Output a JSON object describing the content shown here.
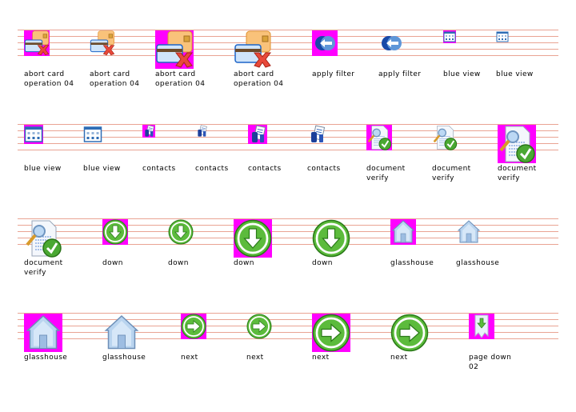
{
  "rows": [
    {
      "items": [
        {
          "label": "abort card operation 04",
          "icon": "abort-card-icon",
          "highlighted": true
        },
        {
          "label": "abort card operation 04",
          "icon": "abort-card-icon",
          "highlighted": false
        },
        {
          "label": "abort card operation 04",
          "icon": "abort-card-icon",
          "highlighted": true
        },
        {
          "label": "abort card operation 04",
          "icon": "abort-card-icon",
          "highlighted": false
        },
        {
          "label": "apply filter",
          "icon": "apply-filter-icon",
          "highlighted": true
        },
        {
          "label": "apply filter",
          "icon": "apply-filter-icon",
          "highlighted": false
        },
        {
          "label": "blue view",
          "icon": "blue-view-icon",
          "highlighted": true
        },
        {
          "label": "blue view",
          "icon": "blue-view-icon",
          "highlighted": false
        }
      ]
    },
    {
      "items": [
        {
          "label": "blue view",
          "icon": "blue-view-icon",
          "highlighted": true
        },
        {
          "label": "blue view",
          "icon": "blue-view-icon",
          "highlighted": false
        },
        {
          "label": "contacts",
          "icon": "contacts-icon",
          "highlighted": true
        },
        {
          "label": "contacts",
          "icon": "contacts-icon",
          "highlighted": false
        },
        {
          "label": "contacts",
          "icon": "contacts-icon",
          "highlighted": true
        },
        {
          "label": "contacts",
          "icon": "contacts-icon",
          "highlighted": false
        },
        {
          "label": "document verify",
          "icon": "document-verify-icon",
          "highlighted": true
        },
        {
          "label": "document verify",
          "icon": "document-verify-icon",
          "highlighted": false
        },
        {
          "label": "document verify",
          "icon": "document-verify-icon",
          "highlighted": true
        }
      ]
    },
    {
      "items": [
        {
          "label": "document verify",
          "icon": "document-verify-icon",
          "highlighted": false
        },
        {
          "label": "down",
          "icon": "down-icon",
          "highlighted": true
        },
        {
          "label": "down",
          "icon": "down-icon",
          "highlighted": false
        },
        {
          "label": "down",
          "icon": "down-icon",
          "highlighted": true
        },
        {
          "label": "down",
          "icon": "down-icon",
          "highlighted": false
        },
        {
          "label": "glasshouse",
          "icon": "glasshouse-icon",
          "highlighted": true
        },
        {
          "label": "glasshouse",
          "icon": "glasshouse-icon",
          "highlighted": false
        }
      ]
    },
    {
      "items": [
        {
          "label": "glasshouse",
          "icon": "glasshouse-icon",
          "highlighted": true
        },
        {
          "label": "glasshouse",
          "icon": "glasshouse-icon",
          "highlighted": false
        },
        {
          "label": "next",
          "icon": "next-icon",
          "highlighted": true
        },
        {
          "label": "next",
          "icon": "next-icon",
          "highlighted": false
        },
        {
          "label": "next",
          "icon": "next-icon",
          "highlighted": true
        },
        {
          "label": "next",
          "icon": "next-icon",
          "highlighted": false
        },
        {
          "label": "page down 02",
          "icon": "page-down-icon",
          "highlighted": true
        }
      ]
    }
  ],
  "colors": {
    "highlight": "#ff00ff",
    "rule": "#e9a493"
  }
}
